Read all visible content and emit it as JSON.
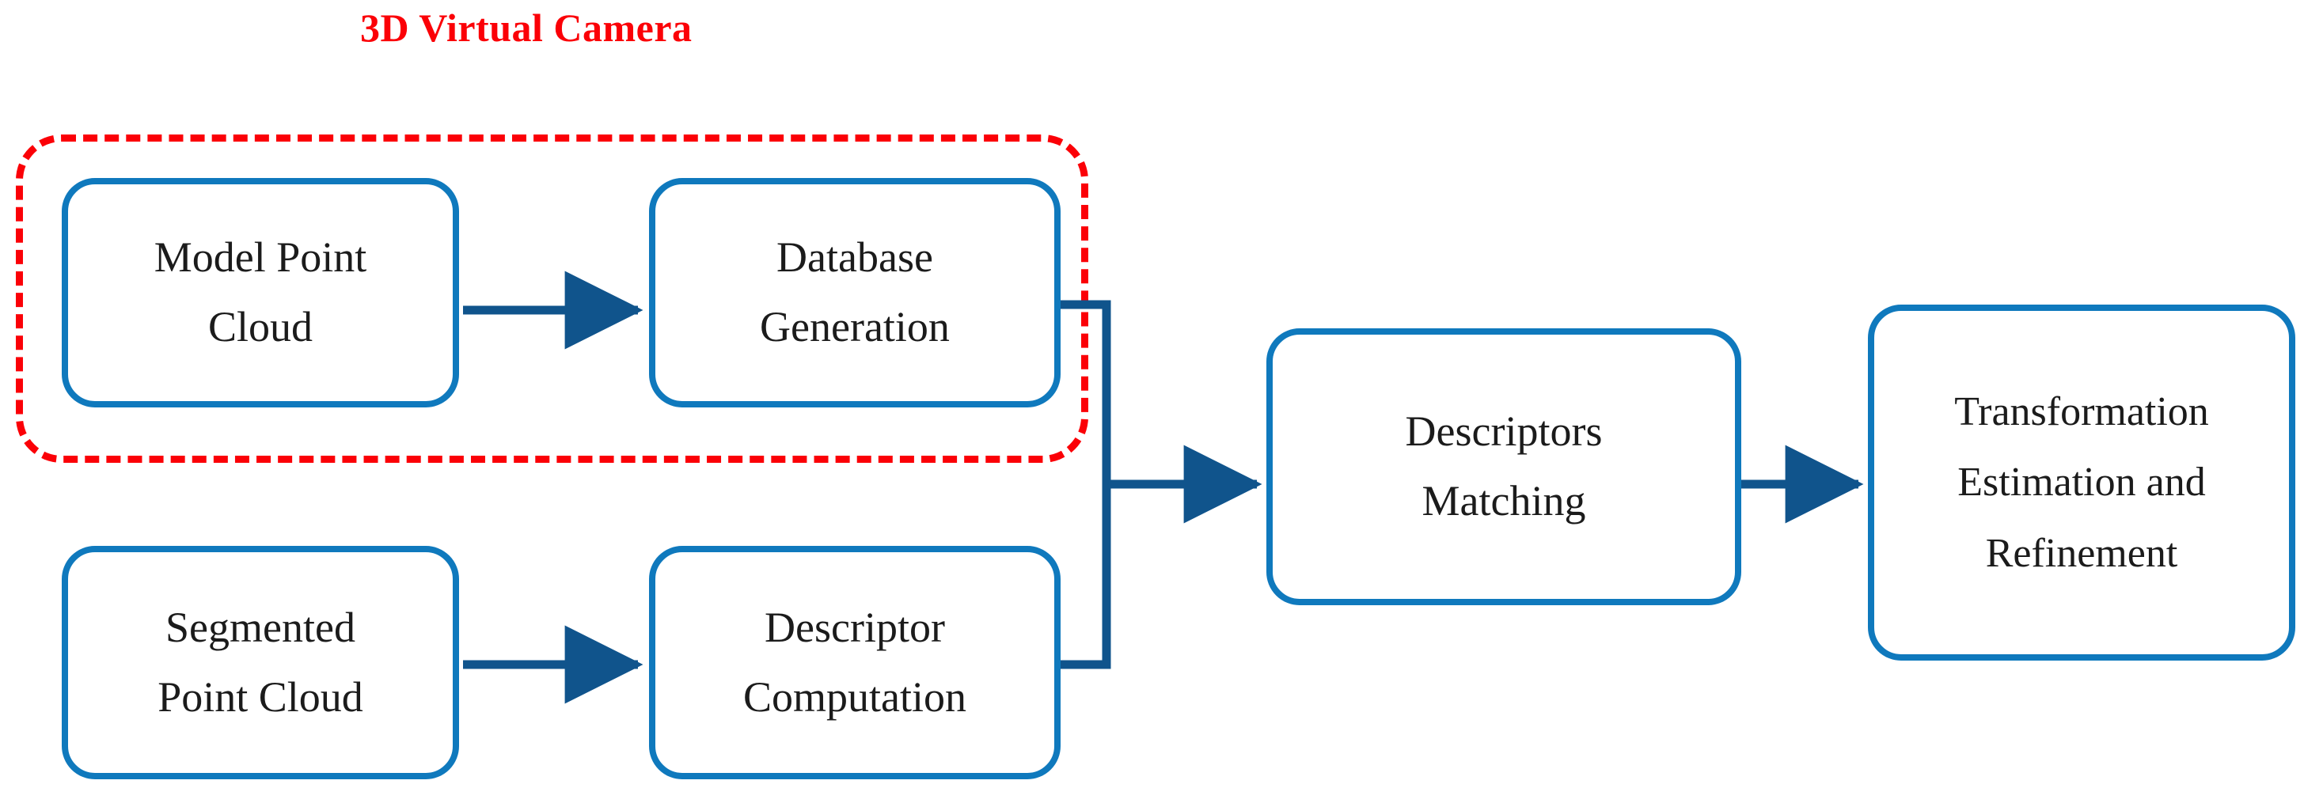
{
  "diagram": {
    "title_group": "3D Virtual Camera",
    "accent_colors": {
      "group_title": "#fb0007",
      "group_border": "#fb0007",
      "node_border": "#0f79bd",
      "connector": "#10548c",
      "node_text": "#1b1b1b",
      "background": "#ffffff"
    },
    "nodes": [
      {
        "id": "model-point-cloud",
        "lines": [
          "Model Point",
          "Cloud"
        ],
        "line1": "Model Point",
        "line2": "Cloud",
        "line3": ""
      },
      {
        "id": "database-generation",
        "lines": [
          "Database",
          "Generation"
        ],
        "line1": "Database",
        "line2": "Generation",
        "line3": ""
      },
      {
        "id": "segmented-point-cloud",
        "lines": [
          "Segmented",
          "Point Cloud"
        ],
        "line1": "Segmented",
        "line2": "Point Cloud",
        "line3": ""
      },
      {
        "id": "descriptor-computation",
        "lines": [
          "Descriptor",
          "Computation"
        ],
        "line1": "Descriptor",
        "line2": "Computation",
        "line3": ""
      },
      {
        "id": "descriptors-matching",
        "lines": [
          "Descriptors",
          "Matching"
        ],
        "line1": "Descriptors",
        "line2": "Matching",
        "line3": ""
      },
      {
        "id": "transformation-estimation-and-refinement",
        "lines": [
          "Transformation",
          "Estimation and",
          "Refinement"
        ],
        "line1": "Transformation",
        "line2": "Estimation and",
        "line3": "Refinement"
      }
    ],
    "edges": [
      {
        "id": "model-to-database",
        "from": "model-point-cloud",
        "to": "database-generation",
        "style": "straight-arrow"
      },
      {
        "id": "segmented-to-descriptor",
        "from": "segmented-point-cloud",
        "to": "descriptor-computation",
        "style": "straight-arrow"
      },
      {
        "id": "database-to-matching",
        "from": "database-generation",
        "to": "descriptors-matching",
        "style": "elbow-merge"
      },
      {
        "id": "descriptor-to-matching",
        "from": "descriptor-computation",
        "to": "descriptors-matching",
        "style": "elbow-merge"
      },
      {
        "id": "matching-to-transformation",
        "from": "descriptors-matching",
        "to": "transformation-estimation-and-refinement",
        "style": "straight-arrow"
      }
    ]
  }
}
